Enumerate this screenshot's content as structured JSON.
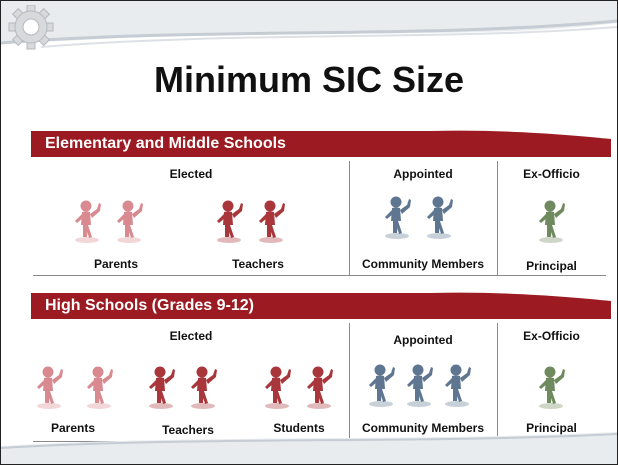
{
  "title": "Minimum SIC Size",
  "colors": {
    "parents": "#d98a90",
    "teachers": "#a8363b",
    "students": "#a8363b",
    "community": "#5f7690",
    "principal": "#6f8a5f",
    "band": "#9c1b22"
  },
  "sections": [
    {
      "name": "Elementary and Middle Schools",
      "elected_header": "Elected",
      "appointed_header": "Appointed",
      "exofficio_header": "Ex-Officio",
      "groups": [
        {
          "label": "Parents",
          "count": 2,
          "color": "parents"
        },
        {
          "label": "Teachers",
          "count": 2,
          "color": "teachers"
        },
        {
          "label": "Community Members",
          "count": 2,
          "color": "community"
        },
        {
          "label": "Principal",
          "count": 1,
          "color": "principal"
        }
      ]
    },
    {
      "name": "High Schools (Grades 9-12)",
      "elected_header": "Elected",
      "appointed_header": "Appointed",
      "exofficio_header": "Ex-Officio",
      "groups": [
        {
          "label": "Parents",
          "count": 2,
          "color": "parents"
        },
        {
          "label": "Teachers",
          "count": 2,
          "color": "teachers"
        },
        {
          "label": "Students",
          "count": 2,
          "color": "students"
        },
        {
          "label": "Community Members",
          "count": 3,
          "color": "community"
        },
        {
          "label": "Principal",
          "count": 1,
          "color": "principal"
        }
      ]
    }
  ]
}
